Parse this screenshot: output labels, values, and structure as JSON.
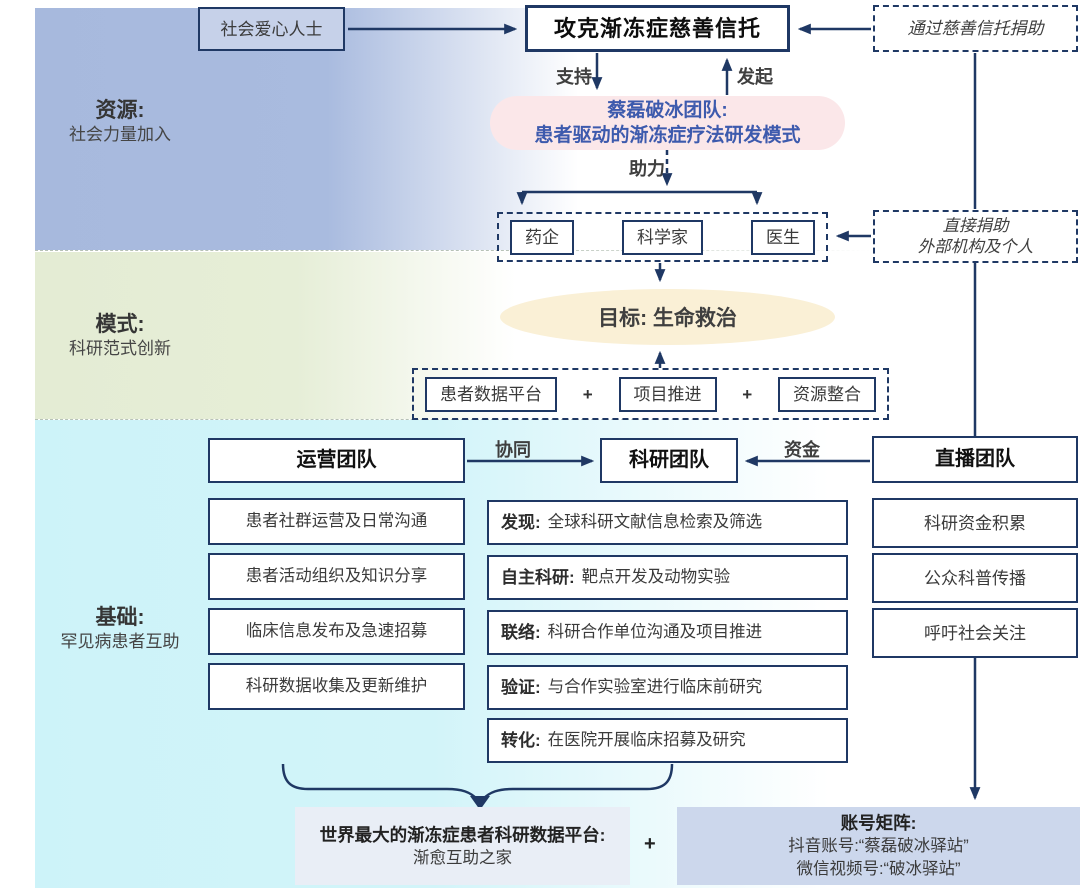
{
  "bands": {
    "resources": {
      "title": "资源:",
      "subtitle": "社会力量加入"
    },
    "mode": {
      "title": "模式:",
      "subtitle": "科研范式创新"
    },
    "foundation": {
      "title": "基础:",
      "subtitle": "罕见病患者互助"
    }
  },
  "top": {
    "donors_box": "社会爱心人士",
    "trust_box": "攻克渐冻症慈善信托",
    "via_trust_box": "通过慈善信托捐助",
    "support_label": "支持",
    "initiate_label": "发起",
    "team_box_line1": "蔡磊破冰团队:",
    "team_box_line2": "患者驱动的渐冻症疗法研发模式",
    "assist_label": "助力"
  },
  "helpers": {
    "items": [
      "药企",
      "科学家",
      "医生"
    ]
  },
  "direct_donate": {
    "line1": "直接捐助",
    "line2": "外部机构及个人"
  },
  "goal": {
    "label": "目标: 生命救治"
  },
  "platform_row": {
    "items": [
      "患者数据平台",
      "项目推进",
      "资源整合"
    ],
    "plus": "+"
  },
  "teams": {
    "synergy_label": "协同",
    "funds_label": "资金",
    "ops": {
      "header": "运营团队",
      "items": [
        "患者社群运营及日常沟通",
        "患者活动组织及知识分享",
        "临床信息发布及急速招募",
        "科研数据收集及更新维护"
      ]
    },
    "research": {
      "header": "科研团队",
      "items": [
        {
          "b": "发现:",
          "t": "全球科研文献信息检索及筛选"
        },
        {
          "b": "自主科研:",
          "t": "靶点开发及动物实验"
        },
        {
          "b": "联络:",
          "t": "科研合作单位沟通及项目推进"
        },
        {
          "b": "验证:",
          "t": "与合作实验室进行临床前研究"
        },
        {
          "b": "转化:",
          "t": "在医院开展临床招募及研究"
        }
      ]
    },
    "live": {
      "header": "直播团队",
      "items": [
        "科研资金积累",
        "公众科普传播",
        "呼吁社会关注"
      ]
    }
  },
  "bottom": {
    "platform_bold": "世界最大的渐冻症患者科研数据平台:",
    "platform_sub": "渐愈互助之家",
    "plus": "+",
    "accounts_title": "账号矩阵:",
    "accounts_line1": "抖音账号:“蔡磊破冰驿站”",
    "accounts_line2": "微信视频号:“破冰驿站”"
  },
  "colors": {
    "accent_navy": "#1f3864",
    "band_blue": "#a7b9dd",
    "band_green": "#e4ecd4",
    "band_cyan": "#cdf3f9",
    "pink_box_bg": "#fbe7e9",
    "pink_box_text": "#3d5aad",
    "goal_ellipse_bg": "#faf0d6",
    "platform_box_bg": "#e9eef6",
    "accounts_box_bg": "#ccd7ec"
  }
}
